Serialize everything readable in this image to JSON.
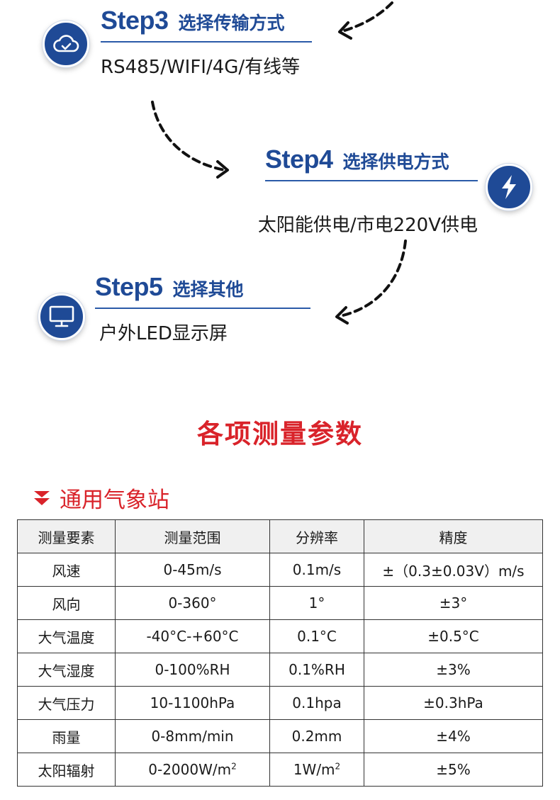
{
  "steps": [
    {
      "title": "Step3",
      "subtitle": "选择传输方式",
      "description": "RS485/WIFI/4G/有线等",
      "icon": "cloud-check-icon"
    },
    {
      "title": "Step4",
      "subtitle": "选择供电方式",
      "description": "太阳能供电/市电220V供电",
      "icon": "lightning-bolt-icon"
    },
    {
      "title": "Step5",
      "subtitle": "选择其他",
      "description": "户外LED显示屏",
      "icon": "monitor-icon"
    }
  ],
  "section": {
    "title": "各项测量参数"
  },
  "subsection": {
    "label": "通用气象站",
    "icon": "double-chevron-down-icon"
  },
  "colors": {
    "brand_blue": "#1f4a96",
    "accent_red": "#d9232a"
  },
  "table": {
    "headers": [
      "测量要素",
      "测量范围",
      "分辨率",
      "精度"
    ],
    "rows": [
      {
        "element": "风速",
        "range": "0-45m/s",
        "resolution": "0.1m/s",
        "accuracy": "±（0.3±0.03V）m/s"
      },
      {
        "element": "风向",
        "range": "0-360°",
        "resolution": "1°",
        "accuracy": "±3°"
      },
      {
        "element": "大气温度",
        "range": "-40°C-+60°C",
        "resolution": "0.1°C",
        "accuracy": "±0.5°C"
      },
      {
        "element": "大气湿度",
        "range": "0-100%RH",
        "resolution": "0.1%RH",
        "accuracy": "±3%"
      },
      {
        "element": "大气压力",
        "range": "10-1100hPa",
        "resolution": "0.1hpa",
        "accuracy": "±0.3hPa"
      },
      {
        "element": "雨量",
        "range": "0-8mm/min",
        "resolution": "0.2mm",
        "accuracy": "±4%"
      },
      {
        "element": "太阳辐射",
        "range": "0-2000W/m",
        "range_sup": "2",
        "resolution": "1W/m",
        "resolution_sup": "2",
        "accuracy": "±5%"
      }
    ]
  }
}
